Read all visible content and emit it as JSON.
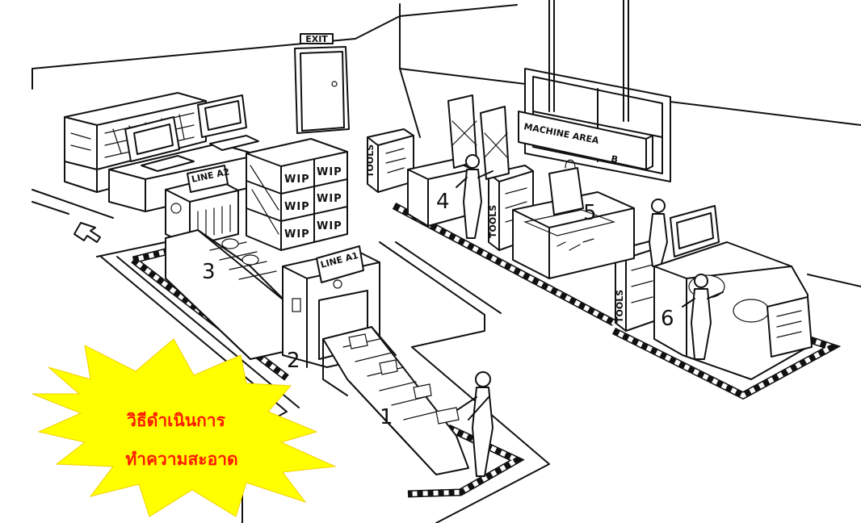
{
  "caption": {
    "line1": "วิธีดำเนินการ",
    "line2": "ทำความสะอาด",
    "text_color": "#ff1a00",
    "burst_color": "#ffff00"
  },
  "signs": {
    "exit": "EXIT",
    "line_a2": "LINE A2",
    "line_a1": "LINE A1",
    "machine_area": "MACHINE AREA",
    "machine_area_letter": "B",
    "tools": "TOOLS",
    "wip": "WIP"
  },
  "station_numbers": [
    "1",
    "2",
    "3",
    "4",
    "5",
    "6"
  ]
}
